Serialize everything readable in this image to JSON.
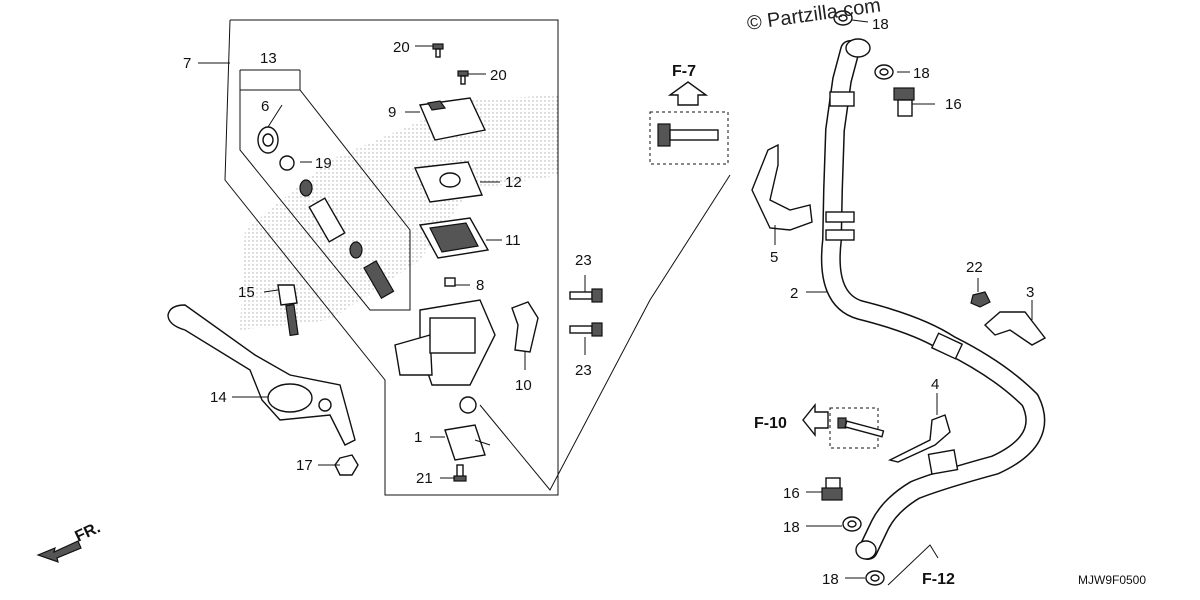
{
  "watermark": "© Partzilla.com",
  "diagram_code": "MJW9F0500",
  "direction_label": "FR.",
  "reference_labels": [
    "F-7",
    "F-10",
    "F-12"
  ],
  "part_labels": {
    "p1": "1",
    "p2": "2",
    "p3": "3",
    "p4": "4",
    "p5": "5",
    "p6": "6",
    "p7": "7",
    "p8": "8",
    "p9": "9",
    "p10": "10",
    "p11": "11",
    "p12": "12",
    "p13": "13",
    "p14": "14",
    "p15": "15",
    "p16a": "16",
    "p16b": "16",
    "p17": "17",
    "p18a": "18",
    "p18b": "18",
    "p18c": "18",
    "p18d": "18",
    "p19": "19",
    "p20a": "20",
    "p20b": "20",
    "p21": "21",
    "p22": "22",
    "p23a": "23",
    "p23b": "23"
  }
}
